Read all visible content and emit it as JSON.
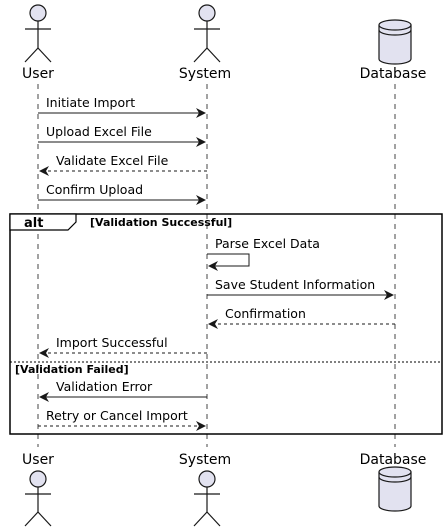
{
  "participants": [
    {
      "id": "user",
      "name": "User",
      "kind": "actor"
    },
    {
      "id": "system",
      "name": "System",
      "kind": "actor"
    },
    {
      "id": "db",
      "name": "Database",
      "kind": "database"
    }
  ],
  "messages": [
    {
      "from": "user",
      "to": "system",
      "label": "Initiate Import",
      "style": "solid"
    },
    {
      "from": "user",
      "to": "system",
      "label": "Upload Excel File",
      "style": "solid"
    },
    {
      "from": "system",
      "to": "user",
      "label": "Validate Excel File",
      "style": "dashed"
    },
    {
      "from": "user",
      "to": "system",
      "label": "Confirm Upload",
      "style": "solid"
    },
    {
      "from": "system",
      "to": "system",
      "label": "Parse Excel Data",
      "style": "solid"
    },
    {
      "from": "system",
      "to": "db",
      "label": "Save Student Information",
      "style": "solid"
    },
    {
      "from": "db",
      "to": "system",
      "label": "Confirmation",
      "style": "dashed"
    },
    {
      "from": "system",
      "to": "user",
      "label": "Import Successful",
      "style": "dashed"
    },
    {
      "from": "system",
      "to": "user",
      "label": "Validation Error",
      "style": "solid"
    },
    {
      "from": "user",
      "to": "system",
      "label": "Retry or Cancel Import",
      "style": "dashed"
    }
  ],
  "fragment": {
    "keyword": "alt",
    "guard_success": "[Validation Successful]",
    "guard_failure": "[Validation Failed]"
  },
  "colors": {
    "participant_fill": "#E2E2F0",
    "stroke": "#181818",
    "lifeline": "#181818"
  }
}
